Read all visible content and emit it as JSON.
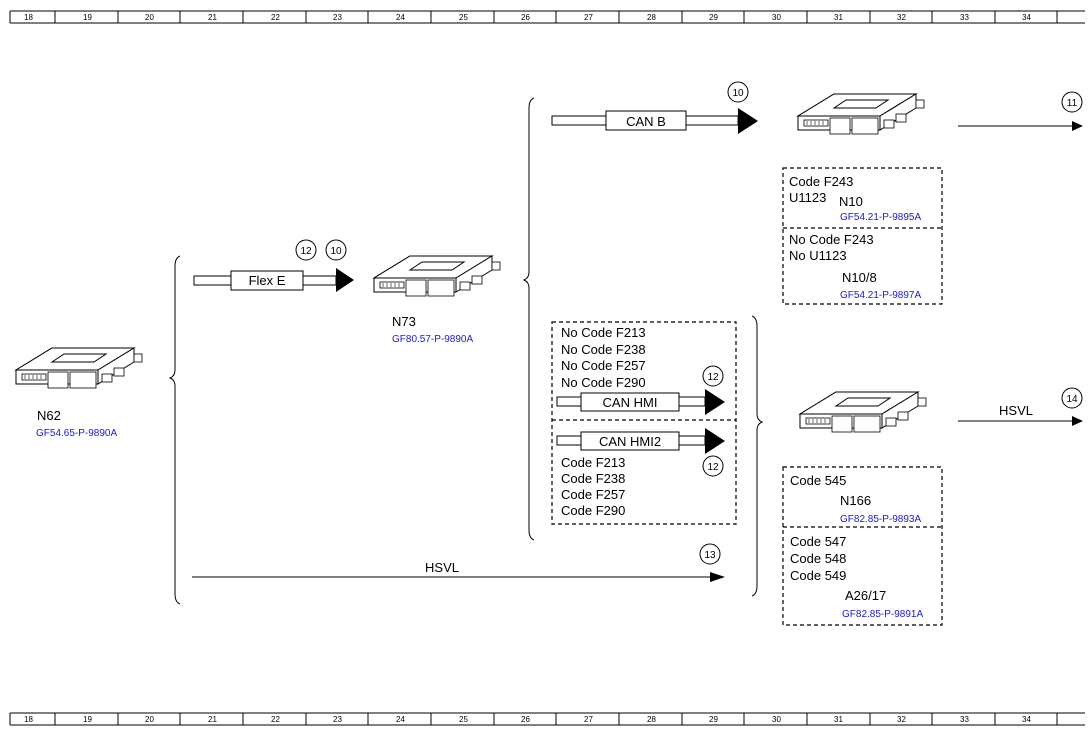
{
  "ruler": {
    "labels": [
      "18",
      "19",
      "20",
      "21",
      "22",
      "23",
      "24",
      "25",
      "26",
      "27",
      "28",
      "29",
      "30",
      "31",
      "32",
      "33",
      "34"
    ]
  },
  "modules": {
    "n62": {
      "name": "N62",
      "ref": "GF54.65-P-9890A"
    },
    "n73": {
      "name": "N73",
      "ref": "GF80.57-P-9890A"
    },
    "n10": {
      "name": "N10",
      "ref": "GF54.21-P-9895A",
      "codes": [
        "Code F243",
        "U1123"
      ]
    },
    "n10_8": {
      "name": "N10/8",
      "ref": "GF54.21-P-9897A",
      "codes": [
        "No  Code F243",
        "No  U1123"
      ]
    },
    "n166": {
      "name": "N166",
      "ref": "GF82.85-P-9893A",
      "codes": [
        "Code 545"
      ]
    },
    "a26_17": {
      "name": "A26/17",
      "ref": "GF82.85-P-9891A",
      "codes": [
        "Code 547",
        "Code 548",
        "Code 549"
      ]
    }
  },
  "buses": {
    "flex_e": "Flex E",
    "can_b": "CAN B",
    "can_hmi": "CAN HMI",
    "can_hmi2": "CAN HMI2",
    "hsvl_bottom": "HSVL",
    "hsvl_right": "HSVL"
  },
  "hmi_box": {
    "no_codes": [
      "No Code F213",
      "No Code F238",
      "No Code F257",
      "No Code F290"
    ],
    "codes": [
      "Code F213",
      "Code F238",
      "Code F257",
      "Code F290"
    ]
  },
  "refs": {
    "flex_e_a": "12",
    "flex_e_b": "10",
    "can_b": "10",
    "can_hmi": "12",
    "can_hmi2": "12",
    "hsvl_bottom": "13",
    "n10_out": "11",
    "n166_out": "14"
  }
}
